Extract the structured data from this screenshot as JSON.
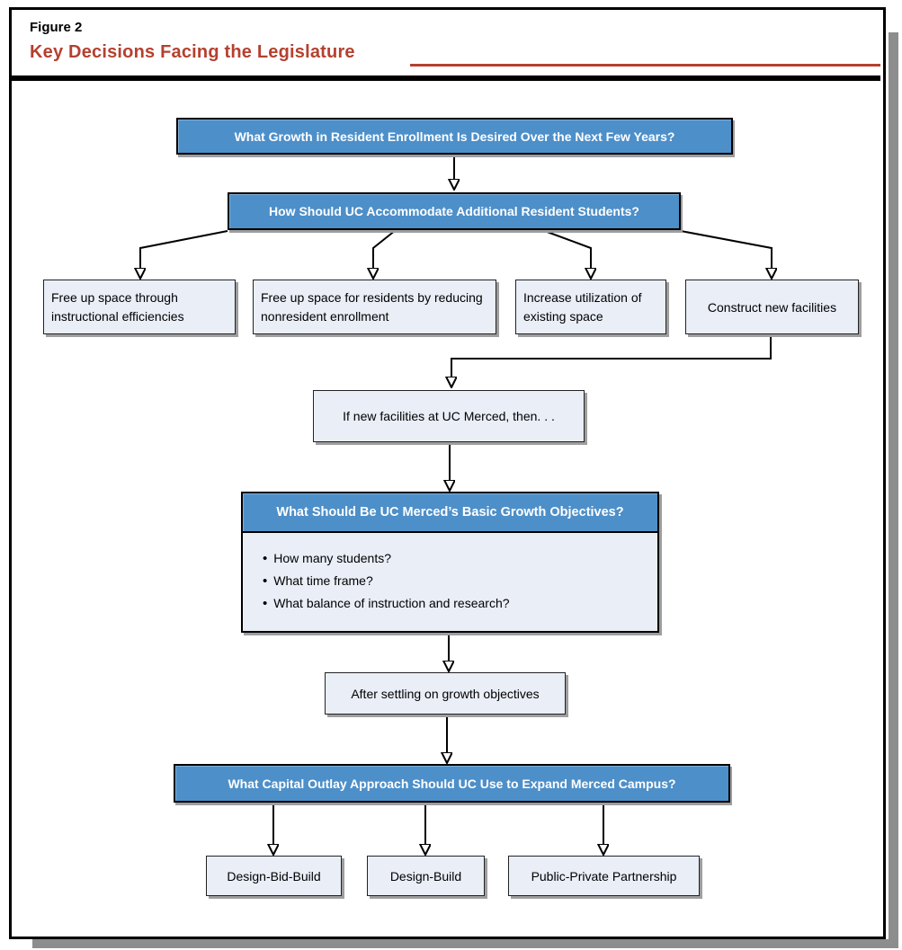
{
  "figure": {
    "label": "Figure 2",
    "title": "Key Decisions Facing the Legislature"
  },
  "nodes": {
    "q_growth": "What Growth in Resident Enrollment Is Desired Over the Next Few Years?",
    "q_accommodate": "How Should UC Accommodate Additional Resident Students?",
    "opt_efficiencies": "Free up space through instructional efficiencies",
    "opt_nonresident": "Free up space for residents by reducing nonresident enrollment",
    "opt_utilization": "Increase utilization of existing space",
    "opt_construct": "Construct new facilities",
    "cond_merced": "If new facilities at UC Merced, then. . .",
    "q_objectives": "What Should Be UC Merced’s Basic Growth Objectives?",
    "objective_bullets": [
      "How many students?",
      "What time frame?",
      "What balance of instruction and research?"
    ],
    "after_settling": "After settling on growth objectives",
    "q_capital": "What Capital Outlay Approach Should UC Use to Expand Merced Campus?",
    "opt_dbb": "Design-Bid-Build",
    "opt_db": "Design-Build",
    "opt_ppp": "Public-Private Partnership"
  },
  "colors": {
    "question_blue": "#4d8fc9",
    "option_fill": "#e9eef7",
    "title_red": "#b5402f",
    "shadow_gray": "#8d8d8d",
    "line_black": "#000000"
  }
}
